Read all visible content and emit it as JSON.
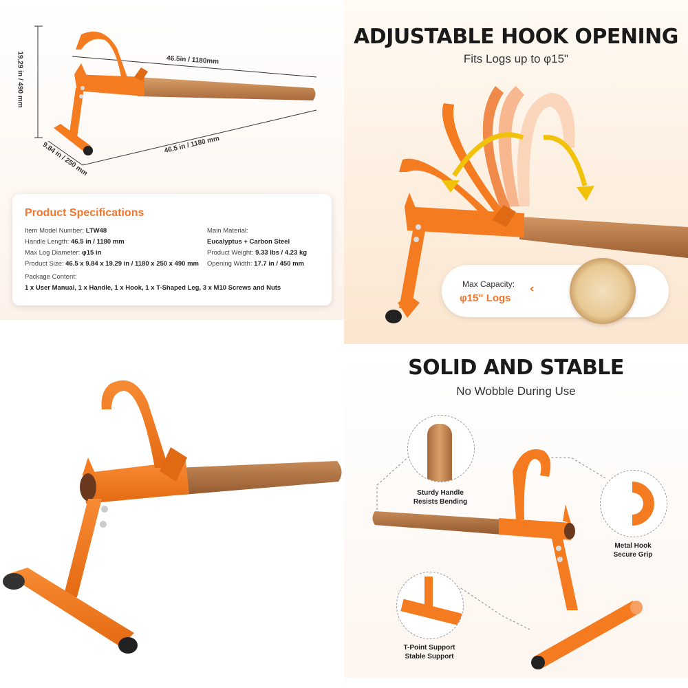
{
  "dimensions": {
    "height": "19.29 in / 490 mm",
    "length_top": "46.5in / 1180mm",
    "length_bottom": "46.5 in / 1180 mm",
    "width": "9.84 in / 250 mm"
  },
  "specs": {
    "title": "Product Specifications",
    "left": [
      {
        "label": "Item Model Number: ",
        "value": "LTW48"
      },
      {
        "label": "Handle Length: ",
        "value": "46.5 in / 1180 mm"
      },
      {
        "label": "Max Log Diameter: ",
        "value": "φ15 in"
      },
      {
        "label": "Product Size: ",
        "value": "46.5 x 9.84 x 19.29 in / 1180 x 250 x 490 mm"
      }
    ],
    "right_header": "Main Material:",
    "right": [
      {
        "label": "",
        "value": "Eucalyptus + Carbon Steel"
      },
      {
        "label": "Product Weight: ",
        "value": "9.33 lbs / 4.23 kg"
      },
      {
        "label": "Opening Width: ",
        "value": "17.7 in / 450 mm"
      }
    ],
    "package_label": "Package Content:",
    "package_value": "1 x User Manual,   1 x Handle,   1 x Hook,   1 x T-Shaped Leg,   3 x M10 Screws and Nuts"
  },
  "hook_panel": {
    "title": "ADJUSTABLE HOOK OPENING",
    "subtitle": "Fits Logs up to φ15\"",
    "capacity_label": "Max Capacity:",
    "capacity_value": "φ15\" Logs",
    "arrows": "‹‹‹‹"
  },
  "stable_panel": {
    "title": "SOLID AND STABLE",
    "subtitle": "No Wobble During Use",
    "callouts": [
      {
        "line1": "Sturdy Handle",
        "line2": "Resists Bending"
      },
      {
        "line1": "Metal Hook",
        "line2": "Secure Grip"
      },
      {
        "line1": "T-Point Support",
        "line2": "Stable Support"
      }
    ]
  },
  "colors": {
    "accent": "#f0742a",
    "wood": "#b77a48",
    "steel_orange": "#f47b20"
  }
}
